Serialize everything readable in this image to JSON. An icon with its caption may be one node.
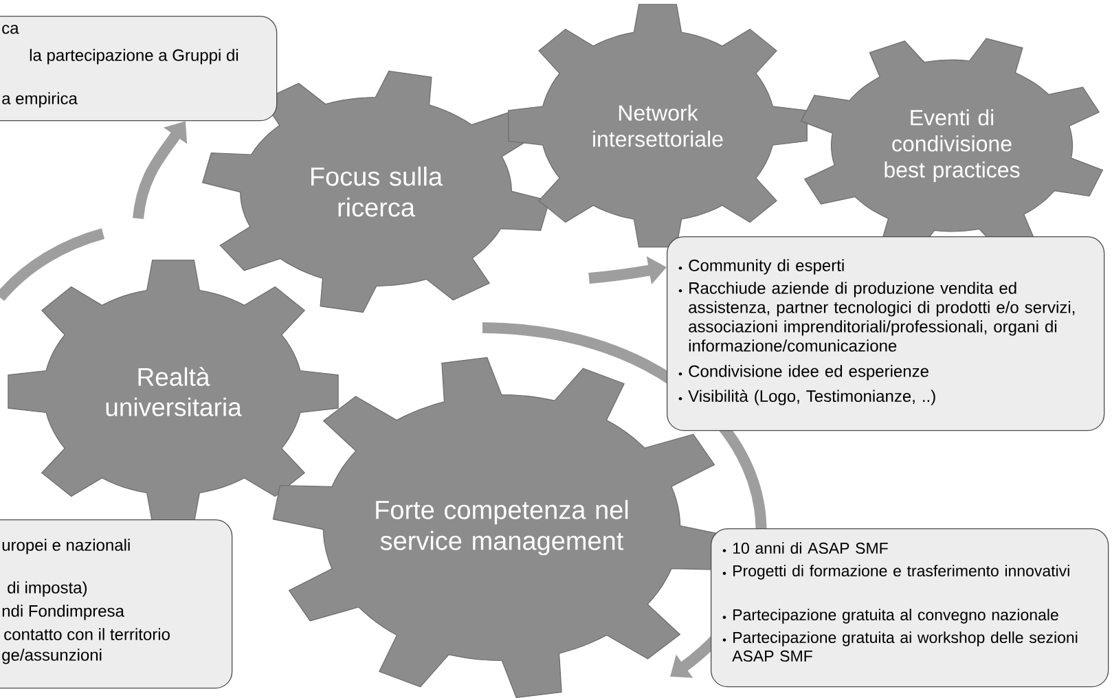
{
  "diagram": {
    "nodes": [
      {
        "text": [
          "ca",
          "la partecipazione a Gruppi di",
          "a empirica"
        ]
      },
      {
        "text": [
          "Focus sulla ricerca"
        ]
      },
      {
        "text": [
          "Network intersettoriale"
        ]
      },
      {
        "text": [
          "Eventi di condivisione best practices"
        ]
      },
      {
        "text": [
          "Community di esperti",
          "Racchiude aziende di produzione vendita ed assistenza, partner tecnologici di prodotti e/o servizi, associazioni imprenditoriali/professionali, organi di informazione/comunicazione",
          "Condivisione idee ed esperienze",
          "Visibilità (Logo, Testimonianze, ..)"
        ]
      },
      {
        "text": [
          "Realtà universitaria"
        ]
      },
      {
        "text": [
          "Forte competenza nel service management"
        ]
      },
      {
        "text": [
          "uropei e nazionali",
          "di imposta)",
          "ndi Fondimpresa",
          "contatto con il territorio",
          "ge/assunzioni"
        ]
      },
      {
        "text": [
          "10 anni di ASAP SMF",
          "Progetti di formazione e trasferimento innovativi",
          "Partecipazione gratuita al convegno nazionale",
          "Partecipazione gratuita ai workshop delle sezioni ASAP SMF"
        ]
      }
    ],
    "edges": [
      {
        "from": null,
        "to": 0,
        "arrow": "to"
      },
      {
        "from": null,
        "to": 4,
        "arrow": "to"
      }
    ]
  }
}
